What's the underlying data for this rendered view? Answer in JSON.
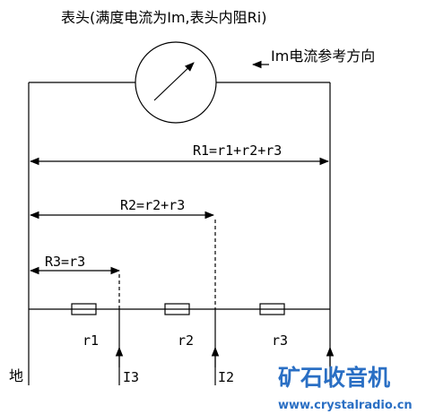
{
  "title": "表头(满度电流为Im,表头内阻Ri)",
  "direction_label": "Im电流参考方向",
  "ranges": {
    "r1": "R1=r1+r2+r3",
    "r2": "R2=r2+r3",
    "r3": "R3=r3"
  },
  "resistors": [
    "r1",
    "r2",
    "r3"
  ],
  "currents": {
    "i3": "I3",
    "i2": "I2"
  },
  "ground_label": "地",
  "watermark": {
    "brand": "矿石收音机",
    "url": "www.crystalradio.cn",
    "color": "#2a6fc4"
  }
}
